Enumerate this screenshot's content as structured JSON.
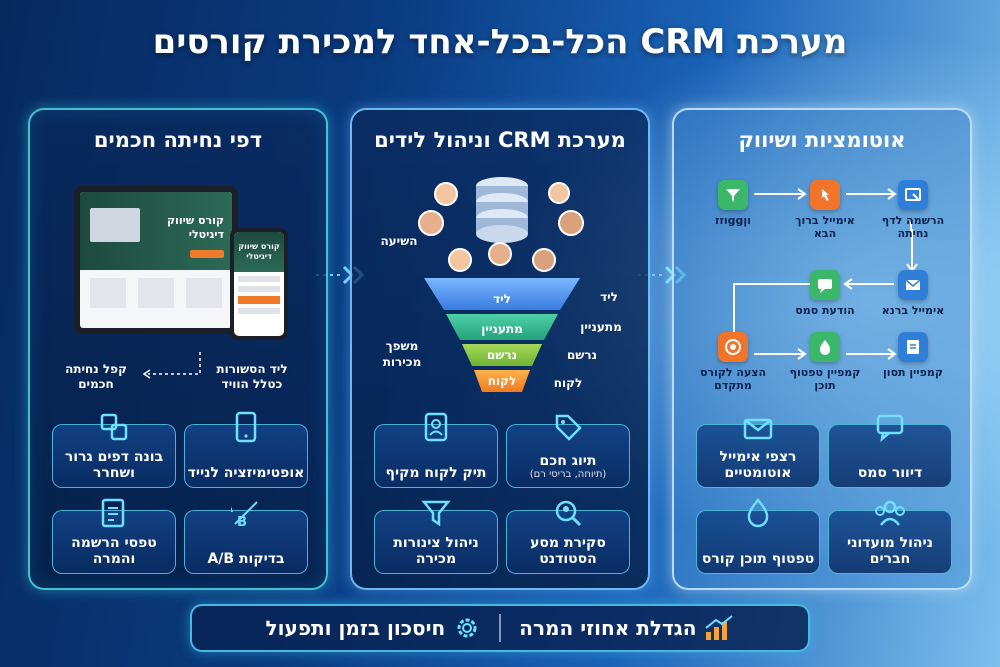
{
  "title": "מערכת CRM הכל-בכל-אחד למכירת קורסים",
  "panels": {
    "landing": {
      "title": "דפי נחיתה חכמים",
      "device_tablet_text": "קורס שיווק דיגיטלי",
      "device_phone_text": "קורס שיווק דיגיטלי",
      "label_left": "קפל נחיתה חכמים",
      "label_right": "ליד הסשורות כטלל הוויד",
      "cards": [
        {
          "label": "בונה דפים גרור ושחרר",
          "icon": "drag-drop-icon"
        },
        {
          "label": "אופטימיזציה לנייד",
          "icon": "mobile-icon"
        },
        {
          "label": "טפסי הרשמה והמרה",
          "icon": "form-icon"
        },
        {
          "label": "בדיקות A/B",
          "icon": "ab-test-icon"
        }
      ]
    },
    "crm": {
      "title": "מערכת CRM וניהול לידים",
      "label_top": "השיעה",
      "funnel_label": "משפך מכירות",
      "stages_inside": [
        "ליד",
        "מתעניין",
        "נרשם",
        "לקוח"
      ],
      "stages_outside": [
        "ליד",
        "מתעניין",
        "נרשם",
        "לקוח"
      ],
      "cards": [
        {
          "label": "תיק לקוח מקיף",
          "sub": "",
          "icon": "contact-book-icon"
        },
        {
          "label": "תיוג חכם",
          "sub": "(תיוחה, בריסי רם)",
          "icon": "tag-icon"
        },
        {
          "label": "ניהול צינורות מכירה",
          "sub": "",
          "icon": "funnel-icon"
        },
        {
          "label": "סקירת מסע הסטודנט",
          "sub": "",
          "icon": "search-user-icon"
        }
      ]
    },
    "automation": {
      "title": "אוטומציות ושיווק",
      "flow_nodes": [
        {
          "label": "וןggוזז",
          "color": "#3bb76a",
          "icon": "filter-icon"
        },
        {
          "label": "אימייל ברוך הבא",
          "color": "#f0742a",
          "icon": "click-icon"
        },
        {
          "label": "הרשמה לדף נחיתה",
          "color": "#2f7fd8",
          "icon": "cursor-window-icon"
        },
        {
          "label": "הודעת סמס",
          "color": "#3bb76a",
          "icon": "chat-icon"
        },
        {
          "label": "אימייל ברנא",
          "color": "#2f7fd8",
          "icon": "mail-icon"
        },
        {
          "label": "הצעה לקורס מתקדם",
          "color": "#f0742a",
          "icon": "target-icon"
        },
        {
          "label": "קמפיין טפטוף תוכן",
          "color": "#3bb76a",
          "icon": "drop-icon"
        },
        {
          "label": "קמפיין תסון",
          "color": "#2f7fd8",
          "icon": "doc-icon"
        }
      ],
      "cards": [
        {
          "label": "רצפי אימייל אוטומטיים",
          "icon": "mail-stack-icon"
        },
        {
          "label": "דיוור סמס",
          "icon": "sms-icon"
        },
        {
          "label": "טפטוף תוכן קורס",
          "icon": "drip-icon"
        },
        {
          "label": "ניהול מועדוני חברים",
          "icon": "members-icon"
        }
      ]
    }
  },
  "bottom_bar": {
    "item1": "הגדלת אחוזי המרה",
    "item2": "חיסכון בזמן ותפעול"
  }
}
